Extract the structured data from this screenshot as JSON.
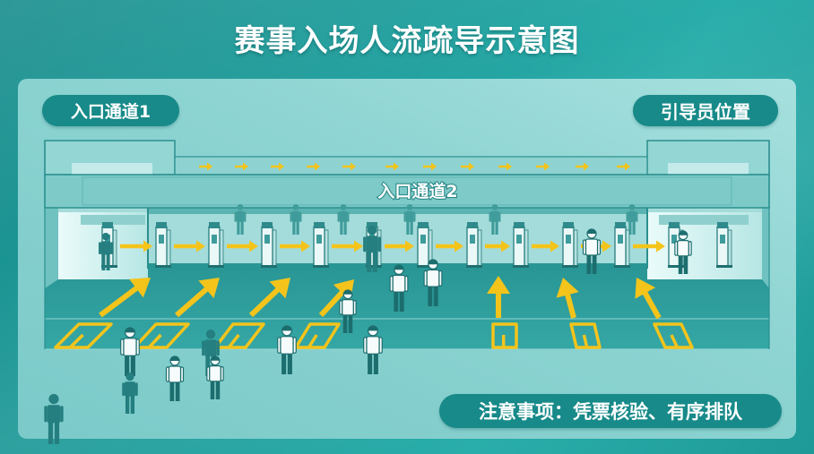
{
  "title": "赛事入场人流疏导示意图",
  "labels": {
    "channel_1": "入口通道1",
    "steward_position": "引导员位置",
    "channel_2": "入口通道2",
    "notice": "注意事项：凭票核验、有序排队"
  },
  "colors": {
    "background": "#1f9a98",
    "panel": "#86d1cf",
    "pill": "#178a89",
    "flow_arrow": "#f4c41b",
    "floor": "#2f9e9d",
    "figure_dark": "#1c6d6e"
  }
}
